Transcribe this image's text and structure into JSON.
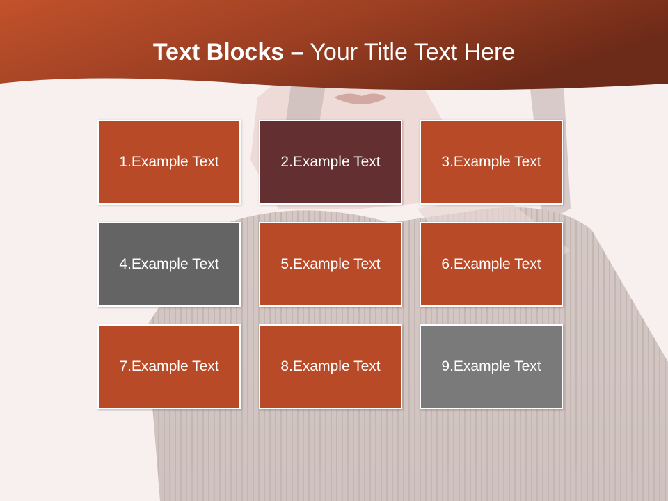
{
  "slide": {
    "title_bold": "Text Blocks",
    "title_dash": "–",
    "title_rest": "Your Title Text Here",
    "blocks": [
      {
        "label": "1.Example Text",
        "color": "#b84a28"
      },
      {
        "label": "2.Example Text",
        "color": "#642f30"
      },
      {
        "label": "3.Example Text",
        "color": "#b84a28"
      },
      {
        "label": "4.Example Text",
        "color": "#646464"
      },
      {
        "label": "5.Example Text",
        "color": "#b84a28"
      },
      {
        "label": "6.Example Text",
        "color": "#b84a28"
      },
      {
        "label": "7.Example Text",
        "color": "#b84a28"
      },
      {
        "label": "8.Example Text",
        "color": "#b84a28"
      },
      {
        "label": "9.Example Text",
        "color": "#7a7a7a"
      }
    ],
    "colors": {
      "header_light": "#c2522c",
      "header_dark": "#6c2a18",
      "background": "#f8f0ee"
    }
  }
}
